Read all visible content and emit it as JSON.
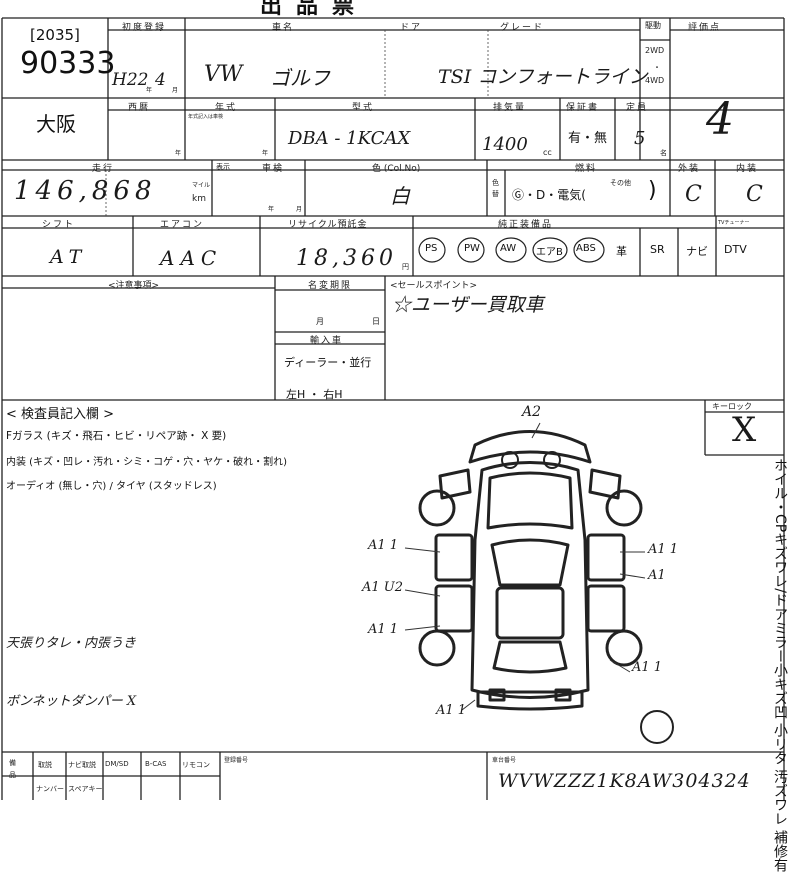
{
  "header": {
    "title_fragment": "出品票"
  },
  "lot": {
    "code": "[2035]",
    "number": "90333",
    "region": "大阪"
  },
  "labels": {
    "first_reg": "初度登録",
    "car_name": "車名",
    "door": "ドア",
    "grade": "グレード",
    "drive": "駆動",
    "eval": "評価点",
    "year_era": "西暦",
    "model_year": "年式",
    "model_note": "年式記入は車検",
    "model_type": "型式",
    "displacement": "排気量",
    "warranty": "保証書",
    "capacity": "定員",
    "mileage": "走行",
    "meter_exchange": "表示",
    "inspection": "車検",
    "color": "色 (Col.No)",
    "color_change": "色替",
    "fuel": "燃料",
    "exterior": "外装",
    "interior": "内装",
    "shift": "シフト",
    "aircon": "エアコン",
    "recycle": "リサイクル預託金",
    "genuine_equip": "純正装備品",
    "tuner": "TVチューナー",
    "notes": "<注意事項>",
    "name_change": "名変期限",
    "sale_points": "<セールスポイント>",
    "import": "輸入車",
    "inspector_notes": "< 検査員記入欄 >",
    "key_lock": "キーロック",
    "frame_no": "車台番号",
    "bottom_cols": [
      "取説",
      "ナビ取説",
      "DM/SD",
      "B-CAS",
      "リモコン",
      "登録番号"
    ],
    "bottom_row2": [
      "ナンバー",
      "スペアキー"
    ],
    "reg_num": "登録番号",
    "bottom_side": "備品"
  },
  "units": {
    "year": "年",
    "month": "月",
    "km": "km",
    "mile": "マイル",
    "cc": "cc",
    "capacity_unit": "名",
    "yen": "円",
    "day": "日"
  },
  "drive_opts": {
    "d2": "2WD",
    "d4": "4WD"
  },
  "vehicle": {
    "first_reg_era": "H22",
    "first_reg_month": "4",
    "maker": "VW",
    "model": "ゴルフ",
    "grade": "TSI コンフォートライン",
    "type_code": "DBA - 1KCAX",
    "displacement": "1400",
    "warranty_value": "有・無",
    "capacity": "5",
    "mileage": "146,868",
    "color": "白",
    "fuel_opts": "Ⓖ・D・電気(",
    "fuel_other": "その他",
    "fuel_close": ")",
    "exterior_grade": "C",
    "interior_grade": "C",
    "eval_score": "4",
    "shift": "AT",
    "aircon": "AAC",
    "recycle_fee": "18,360",
    "import_options": "ディーラー・並行",
    "steering": "左H ・ 右H"
  },
  "equipment": [
    "PS",
    "PW",
    "AW",
    "エアB",
    "ABS",
    "革",
    "SR",
    "ナビ",
    "DTV"
  ],
  "sale_point": "☆ユーザー買取車",
  "inspector": {
    "line1": "Fガラス (キズ・飛石・ヒビ・リペア跡・ X 要)",
    "line2": "内装 (キズ・凹レ・汚れ・シミ・コゲ・穴・ヤケ・破れ・割れ)",
    "line3": "オーディオ (無し・穴) / タイヤ (スタッドレス)",
    "note_a": "天張りタレ・内張うき",
    "note_b": "ボンネットダンパー X"
  },
  "key_lock_mark": "X",
  "side_note": "ホイル・CPキズワレ/ドアミラー小キズ凹 小リタ 汚ズワレ 補修有",
  "diagram_marks": {
    "front": "A2",
    "left_front": "A1 1",
    "left_mid": "A1 U2",
    "left_rear": "A1 1",
    "right_front": "A1 1",
    "right_mid": "A1",
    "right_rear": "A1 1",
    "rear_left": "A1 1"
  },
  "frame_number": "WVWZZZ1K8AW304324"
}
